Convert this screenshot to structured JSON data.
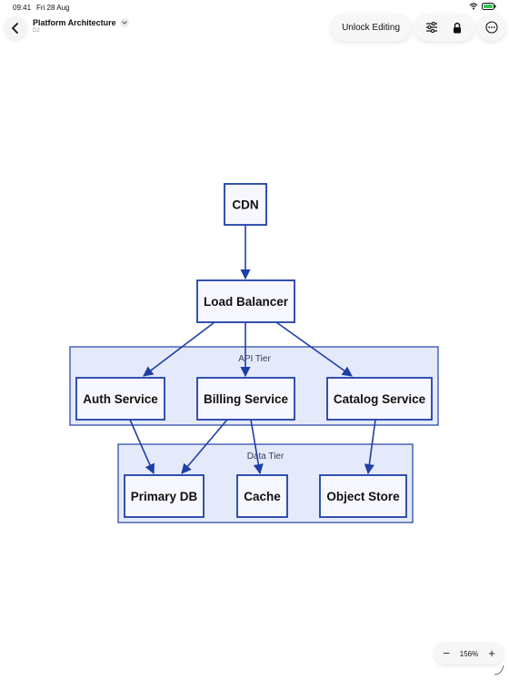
{
  "status": {
    "time": "09:41",
    "date": "Fri 28 Aug"
  },
  "header": {
    "back_icon": "chevron-left-icon",
    "title": "Platform Architecture",
    "subtitle": "D2"
  },
  "toolbar": {
    "unlock_label": "Unlock Editing",
    "icons": [
      "sliders-icon",
      "lock-icon",
      "more-icon"
    ]
  },
  "diagram": {
    "accent": "#1f3fa6",
    "group_fill": "#e5eafb",
    "node_fill": "#f7f8ff",
    "groups": [
      {
        "id": "api",
        "label": "API Tier"
      },
      {
        "id": "data",
        "label": "Data Tier"
      }
    ],
    "nodes": [
      {
        "id": "cdn",
        "label": "CDN"
      },
      {
        "id": "lb",
        "label": "Load Balancer"
      },
      {
        "id": "auth",
        "label": "Auth Service"
      },
      {
        "id": "billing",
        "label": "Billing Service"
      },
      {
        "id": "catalog",
        "label": "Catalog Service"
      },
      {
        "id": "primary",
        "label": "Primary DB"
      },
      {
        "id": "cache",
        "label": "Cache"
      },
      {
        "id": "store",
        "label": "Object Store"
      }
    ],
    "edges": [
      [
        "cdn",
        "lb"
      ],
      [
        "lb",
        "auth"
      ],
      [
        "lb",
        "billing"
      ],
      [
        "lb",
        "catalog"
      ],
      [
        "auth",
        "primary"
      ],
      [
        "billing",
        "primary"
      ],
      [
        "billing",
        "cache"
      ],
      [
        "catalog",
        "store"
      ]
    ]
  },
  "zoom": {
    "minus": "−",
    "value": "156%",
    "plus": "+"
  }
}
